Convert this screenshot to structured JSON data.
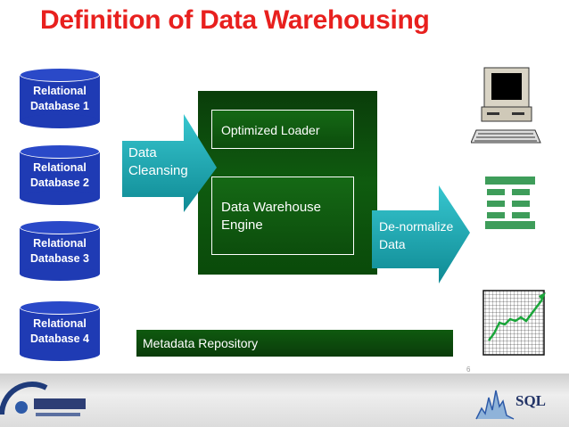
{
  "title": "Definition of Data Warehousing",
  "databases": [
    {
      "line1": "Relational",
      "line2": "Database 1"
    },
    {
      "line1": "Relational",
      "line2": "Database 2"
    },
    {
      "line1": "Relational",
      "line2": "Database 3"
    },
    {
      "line1": "Relational",
      "line2": "Database 4"
    }
  ],
  "cleansing": {
    "line1": "Data",
    "line2": "Cleansing"
  },
  "warehouse": {
    "loader": "Optimized Loader",
    "engine_line1": "Data Warehouse",
    "engine_line2": "Engine"
  },
  "denormalize": {
    "line1": "De-normalize",
    "line2": "Data"
  },
  "metadata": "Metadata Repository",
  "page_number": "6",
  "colors": {
    "title": "#e8201e",
    "database": "#1f3bb4",
    "warehouse": "#0f5b0f",
    "arrow": "#1aa6b0"
  },
  "icons": [
    "computer-icon",
    "spreadsheet-icon",
    "line-chart-icon",
    "sql-performance-logo",
    "sql-logo"
  ]
}
